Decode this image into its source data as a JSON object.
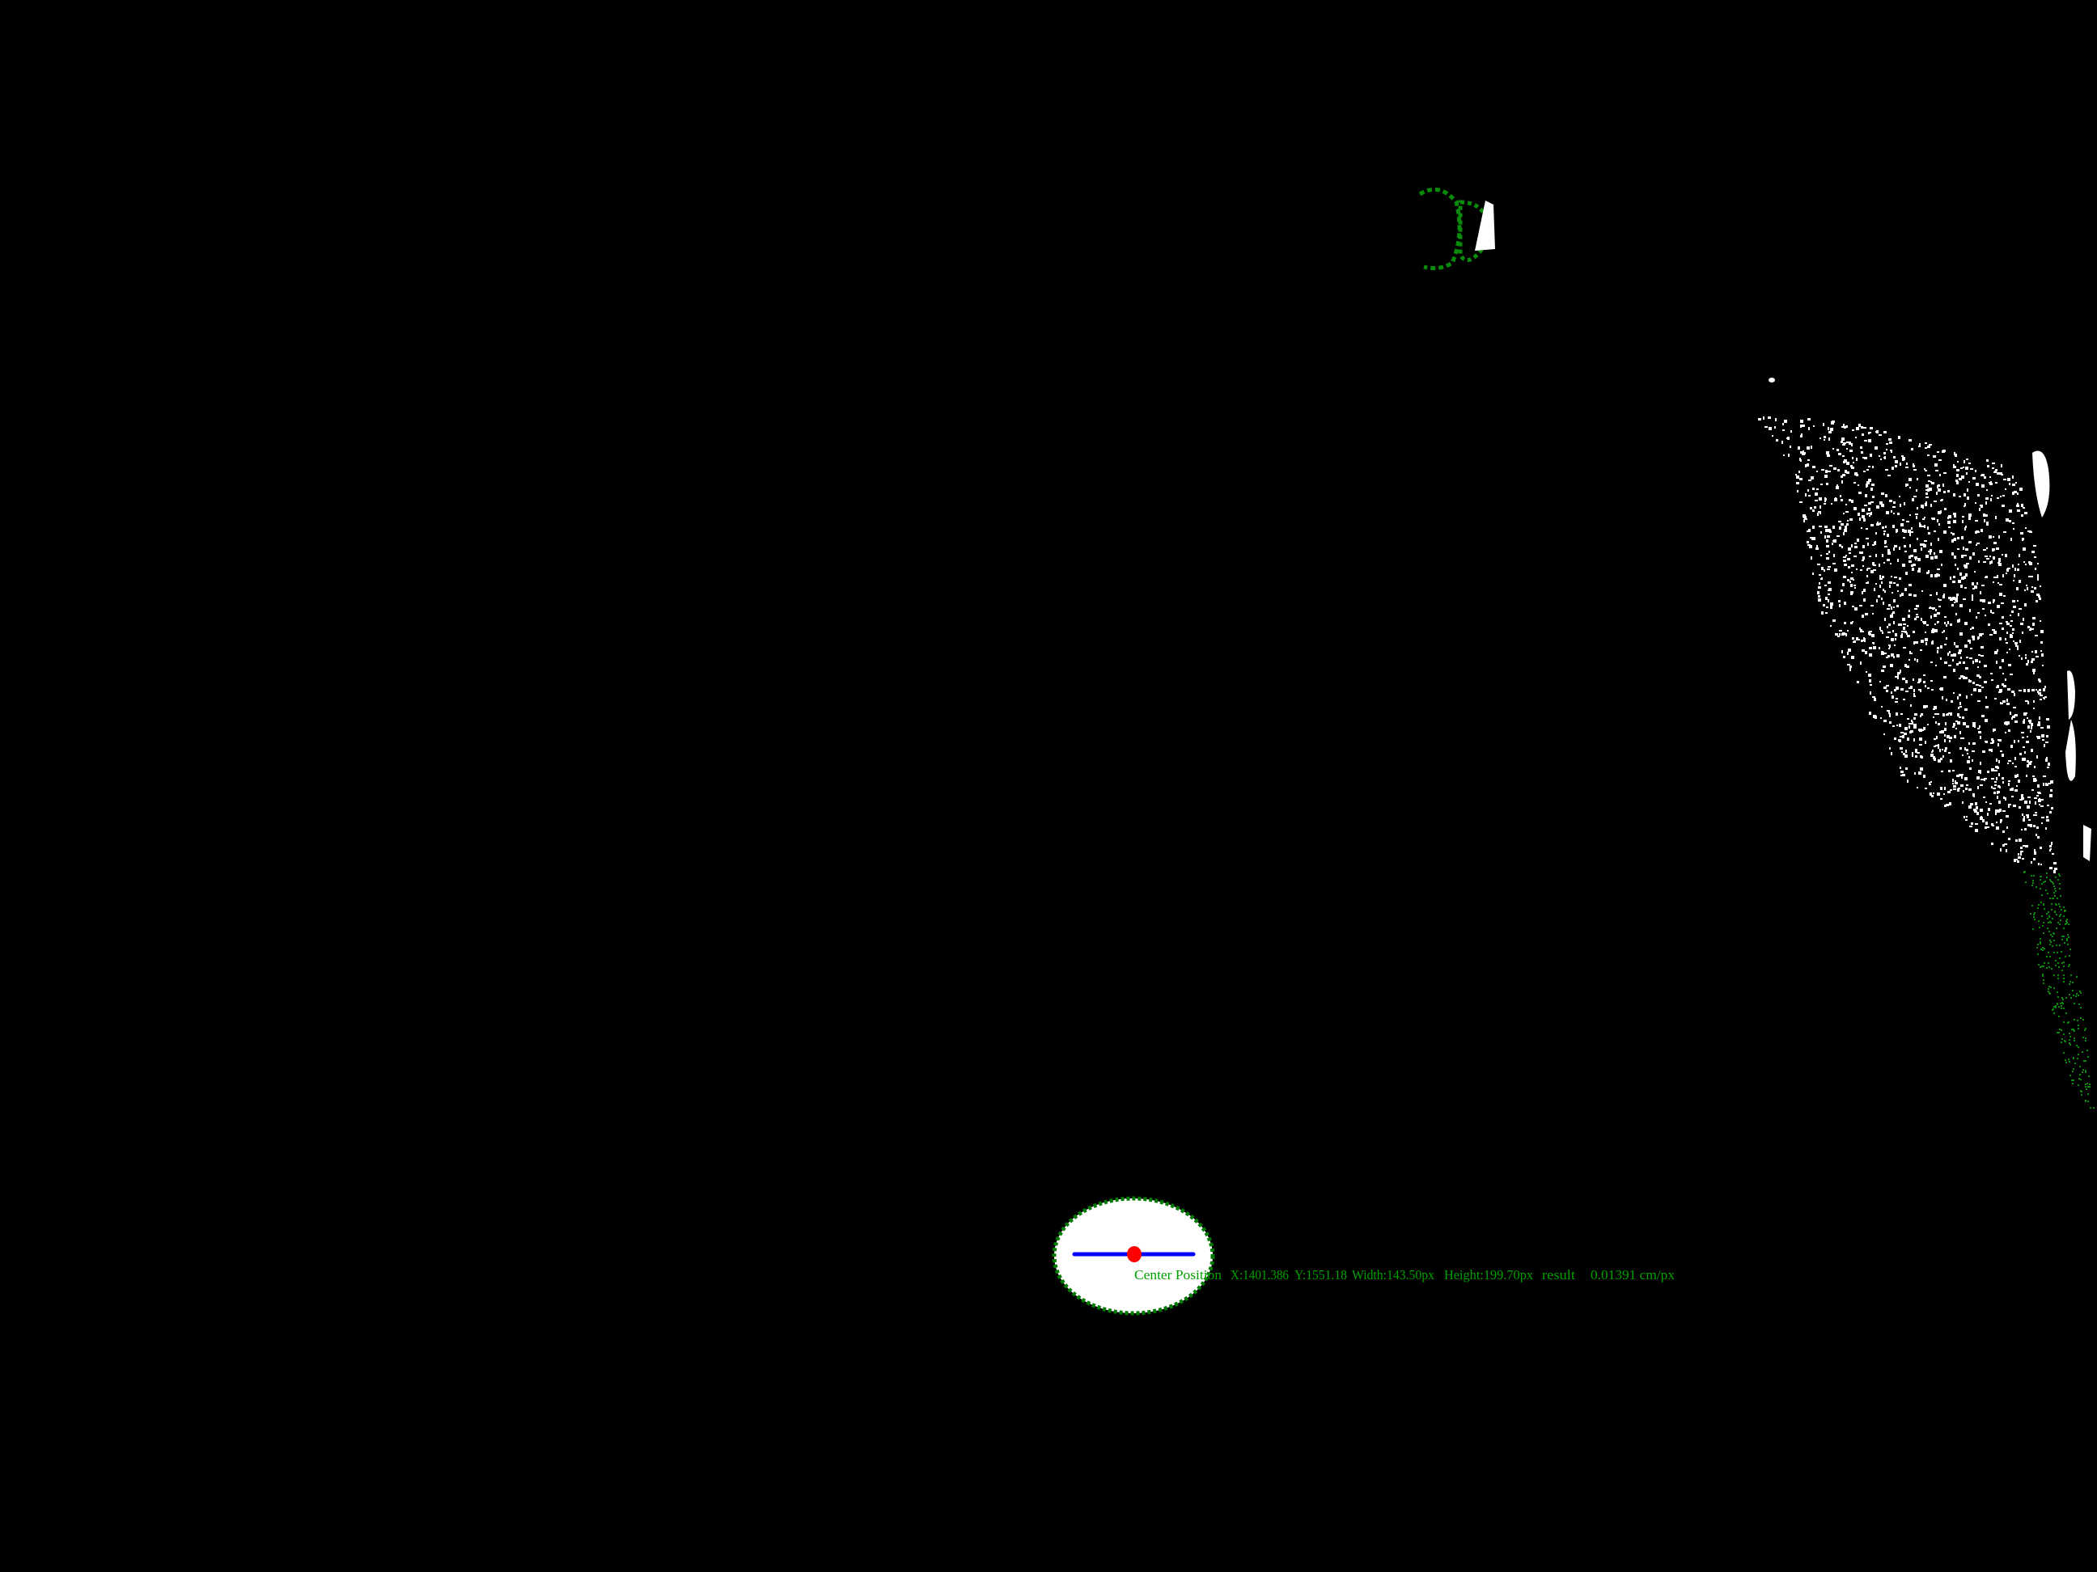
{
  "measurement": {
    "label": "Center Position",
    "x": "X:1401.386",
    "y": "Y:1551.18",
    "width": "Width:143.50px",
    "height": "Height:199.70px",
    "result_label": "result",
    "scale": "0.01391 cm/px"
  },
  "colors": {
    "background": "#000000",
    "blob": "#ffffff",
    "contour": "#008000",
    "axis_line": "#0000ff",
    "center_point": "#ff0000",
    "text": "#00a000"
  }
}
